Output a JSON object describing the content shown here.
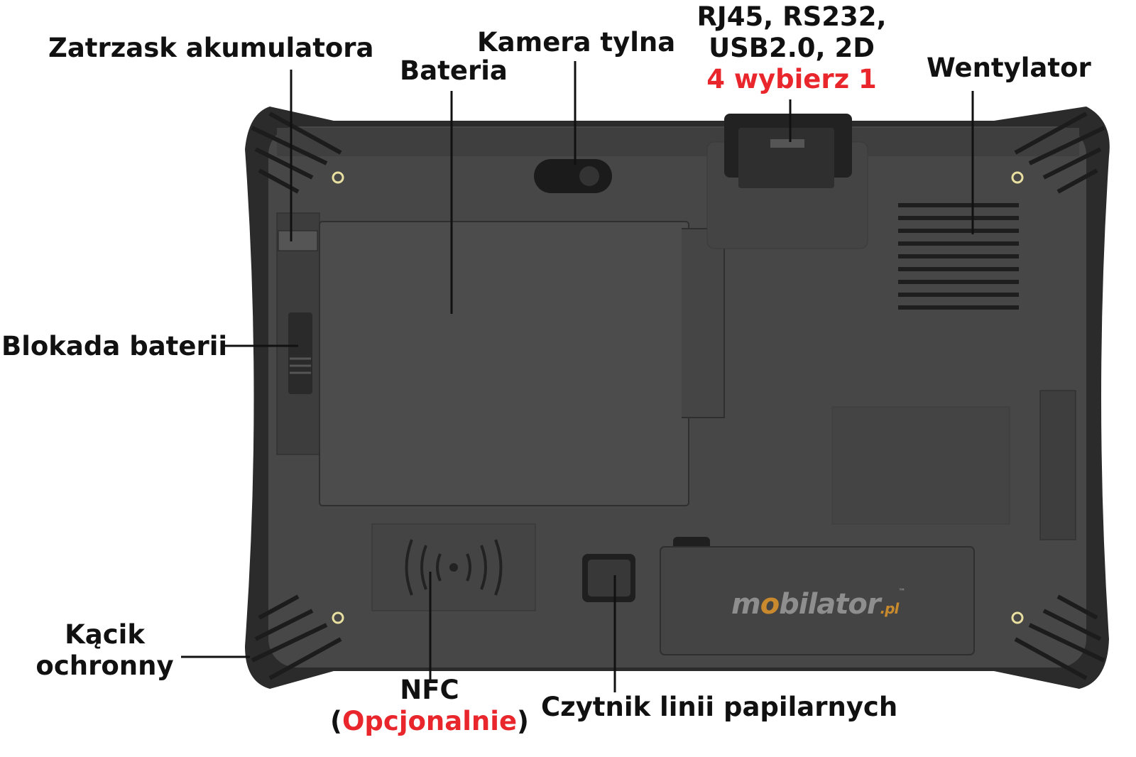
{
  "labels": {
    "battery_latch": "Zatrzask akumulatora",
    "battery": "Bateria",
    "rear_camera": "Kamera tylna",
    "ports_line1": "RJ45, RS232,",
    "ports_line2": "USB2.0, 2D",
    "ports_choice": "4 wybierz 1",
    "fan": "Wentylator",
    "battery_lock": "Blokada baterii",
    "corner_line1": "Kącik",
    "corner_line2": "ochronny",
    "nfc": "NFC",
    "nfc_open": "(",
    "nfc_optional": "Opcjonalnie",
    "nfc_close": ")",
    "fingerprint": "Czytnik linii papilarnych"
  },
  "logo": {
    "text_m": "m",
    "text_o": "o",
    "text_rest": "bilator",
    "suffix": ".pl",
    "tm": "™"
  },
  "colors": {
    "accent_red": "#e8262b",
    "body": "#2e2e2e",
    "panel": "#4a4a4a"
  }
}
